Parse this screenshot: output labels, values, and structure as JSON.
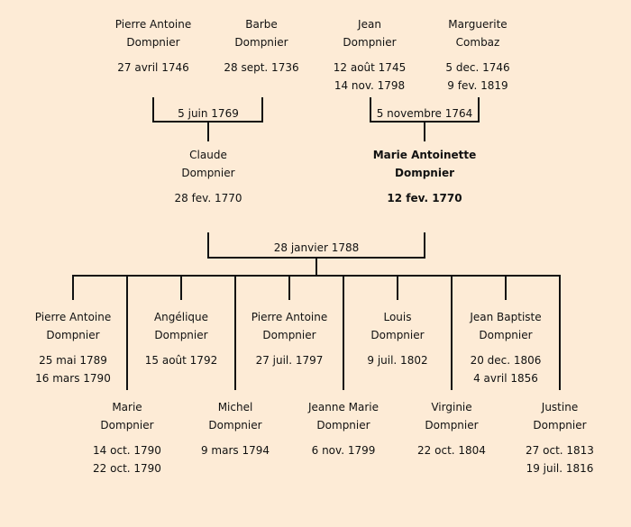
{
  "grandparents": [
    {
      "first": "Pierre Antoine",
      "last": "Dompnier",
      "dates": [
        "27 avril 1746"
      ]
    },
    {
      "first": "Barbe",
      "last": "Dompnier",
      "dates": [
        "28 sept. 1736"
      ]
    },
    {
      "first": "Jean",
      "last": "Dompnier",
      "dates": [
        "12 août 1745",
        "14 nov. 1798"
      ]
    },
    {
      "first": "Marguerite",
      "last": "Combaz",
      "dates": [
        "5 dec. 1746",
        "9 fev. 1819"
      ]
    }
  ],
  "marriages": {
    "left": "5 juin 1769",
    "right": "5 novembre 1764",
    "parents": "28 janvier 1788"
  },
  "parents": [
    {
      "first": "Claude",
      "last": "Dompnier",
      "dates": [
        "28 fev. 1770"
      ]
    },
    {
      "first": "Marie Antoinette",
      "last": "Dompnier",
      "dates": [
        "12 fev. 1770"
      ],
      "highlighted": true
    }
  ],
  "children": [
    {
      "first": "Pierre Antoine",
      "last": "Dompnier",
      "dates": [
        "25 mai 1789",
        "16 mars 1790"
      ]
    },
    {
      "first": "Marie",
      "last": "Dompnier",
      "dates": [
        "14 oct. 1790",
        "22 oct. 1790"
      ]
    },
    {
      "first": "Angélique",
      "last": "Dompnier",
      "dates": [
        "15 août 1792"
      ]
    },
    {
      "first": "Michel",
      "last": "Dompnier",
      "dates": [
        "9 mars 1794"
      ]
    },
    {
      "first": "Pierre Antoine",
      "last": "Dompnier",
      "dates": [
        "27 juil. 1797"
      ]
    },
    {
      "first": "Jeanne Marie",
      "last": "Dompnier",
      "dates": [
        "6 nov. 1799"
      ]
    },
    {
      "first": "Louis",
      "last": "Dompnier",
      "dates": [
        "9 juil. 1802"
      ]
    },
    {
      "first": "Virginie",
      "last": "Dompnier",
      "dates": [
        "22 oct. 1804"
      ]
    },
    {
      "first": "Jean Baptiste",
      "last": "Dompnier",
      "dates": [
        "20 dec. 1806",
        "4 avril 1856"
      ]
    },
    {
      "first": "Justine",
      "last": "Dompnier",
      "dates": [
        "27 oct. 1813",
        "19 juil. 1816"
      ]
    }
  ],
  "colors": {
    "background": "#fdebd6",
    "line": "#111111"
  }
}
